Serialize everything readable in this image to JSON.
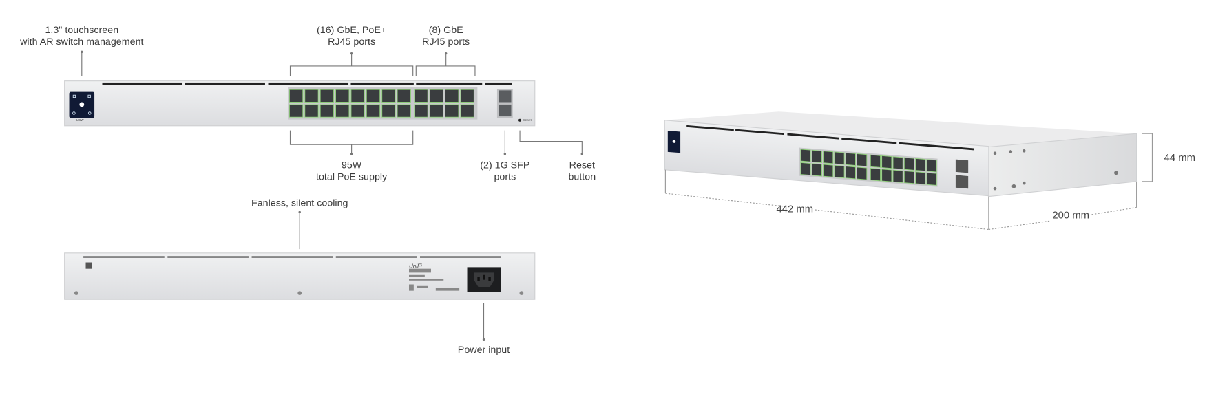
{
  "callouts": {
    "touchscreen": {
      "line1": "1.3\" touchscreen",
      "line2": "with AR switch management"
    },
    "poe_ports": {
      "line1": "(16) GbE, PoE+",
      "line2": "RJ45 ports"
    },
    "gbe_ports": {
      "line1": "(8) GbE",
      "line2": "RJ45 ports"
    },
    "poe_supply": {
      "line1": "95W",
      "line2": "total PoE supply"
    },
    "sfp_ports": {
      "line1": "(2) 1G SFP",
      "line2": "ports"
    },
    "reset": {
      "line1": "Reset",
      "line2": "button"
    },
    "cooling": {
      "line1": "Fanless, silent cooling"
    },
    "power": {
      "line1": "Power input"
    }
  },
  "dimensions": {
    "width": "442 mm",
    "depth": "200 mm",
    "height": "44 mm"
  },
  "device": {
    "front_label": "USW",
    "reset_label": "RESET",
    "brand": "UniFi"
  },
  "ports": {
    "poe_count": 16,
    "gbe_count": 8,
    "sfp_count": 2
  },
  "colors": {
    "chassis": "#e6e7e9",
    "screen": "#101a35",
    "port": "#3a3d3f",
    "led": "#8fd07a",
    "line": "#777777"
  }
}
